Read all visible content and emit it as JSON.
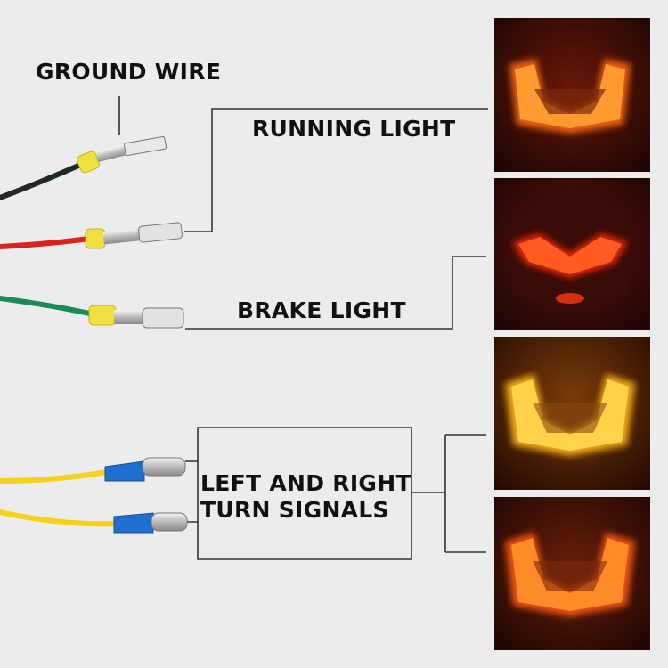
{
  "labels": {
    "ground_wire": "GROUND WIRE",
    "running_light": "RUNNING LIGHT",
    "brake_light": "BRAKE LIGHT",
    "turn_signals_line1": "LEFT AND RIGHT",
    "turn_signals_line2": "TURN SIGNALS"
  },
  "colors": {
    "background": "#ececec",
    "leader_line": "#333333",
    "ground_wire": "#1f2a22",
    "running_wire": "#d9231d",
    "brake_wire": "#1e8a55",
    "turn_wire": "#f2d21a",
    "seal": "#f0e040",
    "blue_insulator": "#1f6fd0",
    "terminal_metal": "#c9c9c9",
    "photo_background": "#1a0604",
    "glow_orange": "#ff6a12",
    "glow_red": "#ff2a10",
    "glow_amber": "#ffb81e"
  },
  "photos": [
    {
      "name": "running-light-photo",
      "state": "running"
    },
    {
      "name": "brake-light-photo",
      "state": "brake"
    },
    {
      "name": "turn-signal-photo-amber",
      "state": "turn-amber"
    },
    {
      "name": "turn-signal-photo-mixed",
      "state": "turn-mixed"
    }
  ]
}
